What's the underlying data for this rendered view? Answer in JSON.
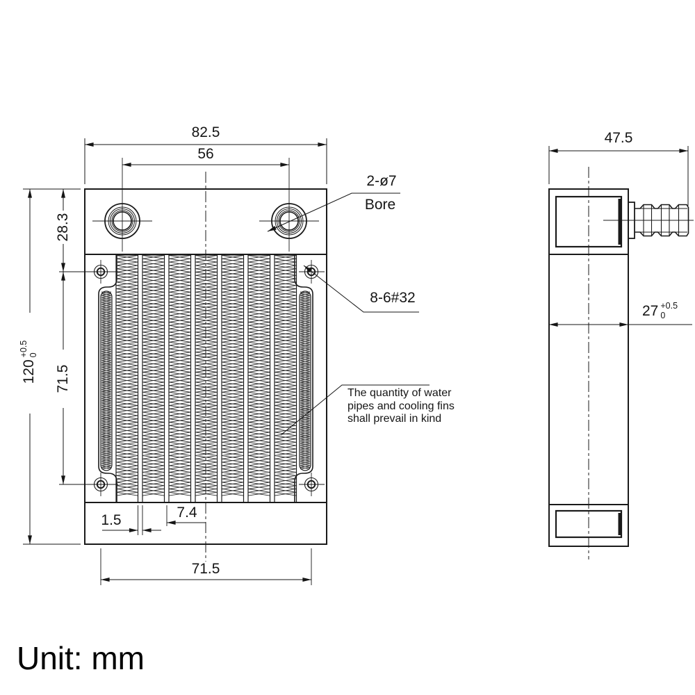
{
  "colors": {
    "ink": "#1a1a1a",
    "background": "#ffffff"
  },
  "unit": {
    "label": "Unit: mm"
  },
  "front_view": {
    "dims": {
      "overall_width": "82.5",
      "port_spacing": "56",
      "header_height": "28.3",
      "screw_span_vertical": "71.5",
      "overall_height": "120",
      "overall_height_tol_plus": "+0.5",
      "overall_height_tol_minus": "0",
      "pipe_width": "1.5",
      "fin_pitch": "7.4",
      "screw_span_horizontal": "71.5"
    },
    "labels": {
      "bore_qty": "2-ø7",
      "bore_word": "Bore",
      "thread_spec": "8-6#32",
      "note_line1": "The quantity of water",
      "note_line2": "pipes and cooling fins",
      "note_line3": "shall prevail in kind"
    }
  },
  "side_view": {
    "dims": {
      "depth": "47.5",
      "core_depth": "27",
      "core_depth_tol_plus": "+0.5",
      "core_depth_tol_minus": "0"
    }
  }
}
